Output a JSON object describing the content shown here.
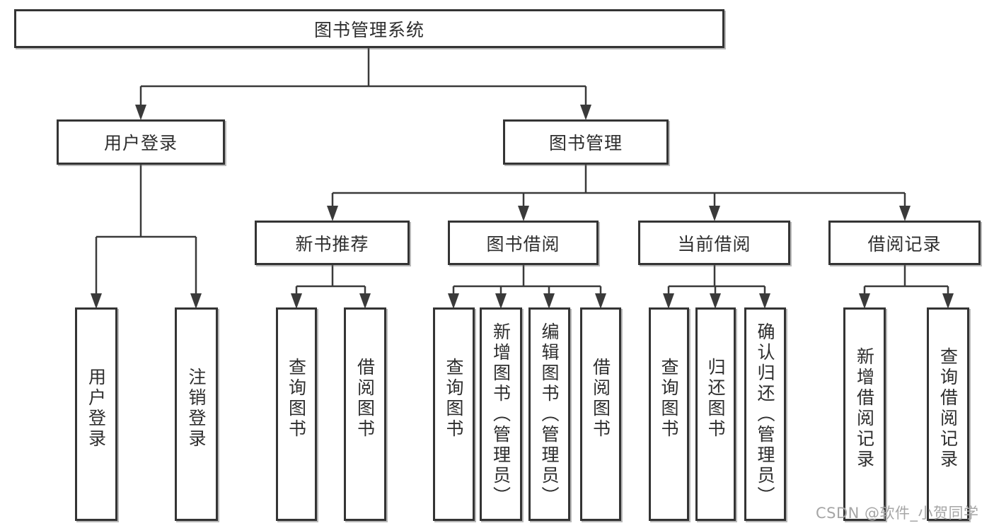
{
  "diagram": {
    "type": "tree",
    "nodes": {
      "root": "图书管理系统",
      "userLogin": "用户登录",
      "bookManagement": "图书管理",
      "newBookRecommend": "新书推荐",
      "bookBorrow": "图书借阅",
      "currentBorrow": "当前借阅",
      "borrowRecords": "借阅记录",
      "leafUserLogin": "用户登录",
      "leafLogout": "注销登录",
      "leafQueryBooksNew": "查询图书",
      "leafBorrowBooksNew": "借阅图书",
      "leafQueryBooksBorrow": "查询图书",
      "leafAddBooksAdmin": "新增图书（管理员）",
      "leafEditBooksAdmin": "编辑图书（管理员）",
      "leafBorrowBooksBorrow": "借阅图书",
      "leafQueryBooksCurrent": "查询图书",
      "leafReturnBooks": "归还图书",
      "leafConfirmReturnAdmin": "确认归还（管理员）",
      "leafAddBorrowRecord": "新增借阅记录",
      "leafQueryBorrowRecord": "查询借阅记录"
    },
    "watermark": "CSDN @软件_小贺同学"
  }
}
